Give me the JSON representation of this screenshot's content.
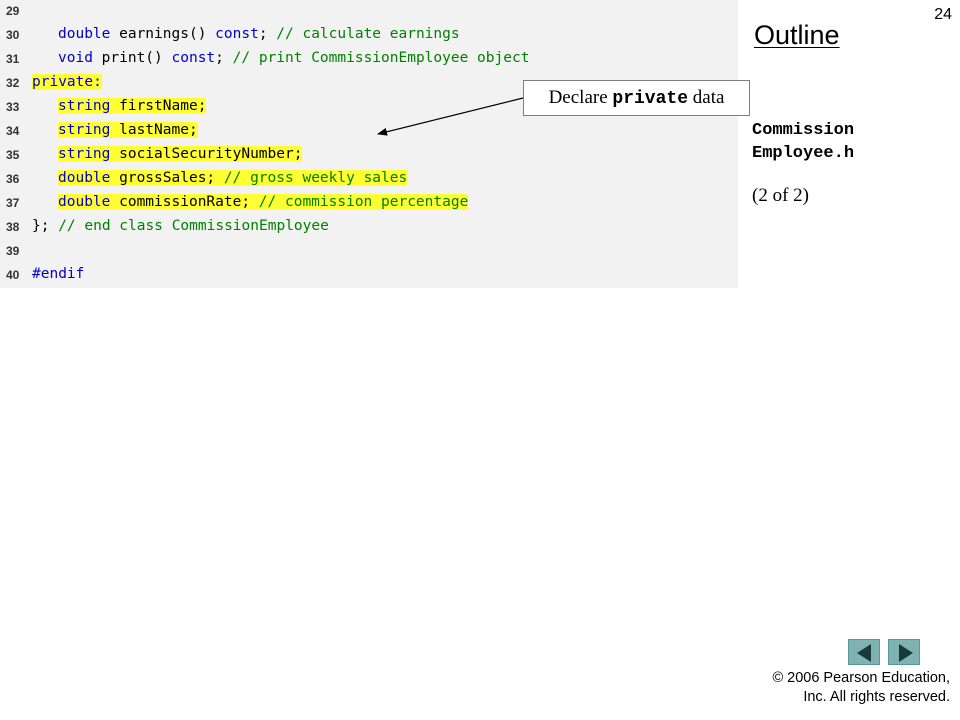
{
  "slide": {
    "number": "24",
    "outline_title": "Outline",
    "filename_line1": "Commission",
    "filename_line2": "Employee.h",
    "part": "(2 of 2)",
    "copyright_line1": "© 2006 Pearson Education,",
    "copyright_line2": "Inc.  All rights reserved."
  },
  "callout": {
    "prefix": "Declare ",
    "keyword": "private",
    "suffix": " data"
  },
  "code": {
    "lines": [
      {
        "num": "29"
      },
      {
        "num": "30",
        "t1": "double",
        "t2": " earnings() ",
        "t3": "const",
        "t4": "; ",
        "c": "// calculate earnings"
      },
      {
        "num": "31",
        "t1": "void",
        "t2": " print() ",
        "t3": "const",
        "t4": "; ",
        "c": "// print CommissionEmployee object"
      },
      {
        "num": "32",
        "t1": "private:"
      },
      {
        "num": "33",
        "t1": "string",
        "t2": " firstName;"
      },
      {
        "num": "34",
        "t1": "string",
        "t2": " lastName;"
      },
      {
        "num": "35",
        "t1": "string",
        "t2": " socialSecurityNumber;"
      },
      {
        "num": "36",
        "t1": "double",
        "t2": " grossSales; ",
        "c": "// gross weekly sales"
      },
      {
        "num": "37",
        "t1": "double",
        "t2": " commissionRate; ",
        "c": "// commission percentage"
      },
      {
        "num": "38",
        "t2": "}; ",
        "c": "// end class CommissionEmployee"
      },
      {
        "num": "39"
      },
      {
        "num": "40",
        "t1": "#endif"
      }
    ]
  },
  "colors": {
    "highlight": "#ffff33",
    "keyword": "#0000cc",
    "comment": "#008000",
    "nav_button": "#7fb3b3"
  },
  "icons": {
    "prev": "triangle-left-icon",
    "next": "triangle-right-icon"
  }
}
